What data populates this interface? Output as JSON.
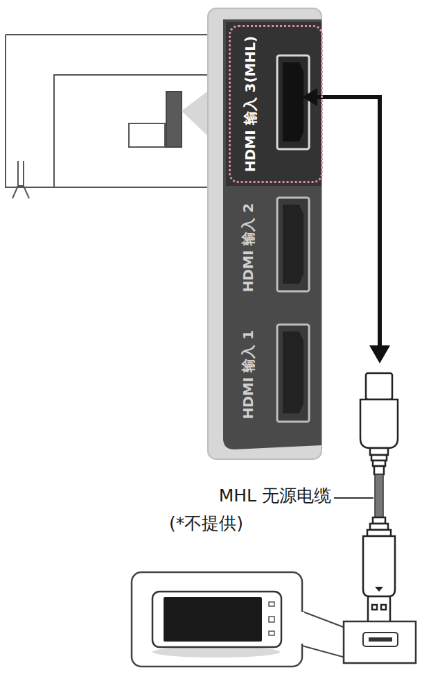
{
  "diagram": {
    "nodes": [
      {
        "text": [
          "HDMI 输入 3(MHL)"
        ]
      },
      {
        "text": [
          "HDMI 输入 2"
        ]
      },
      {
        "text": [
          "HDMI 输入 1"
        ]
      }
    ],
    "labels": [
      "MHL 无源电缆",
      "(*不提供)"
    ]
  }
}
